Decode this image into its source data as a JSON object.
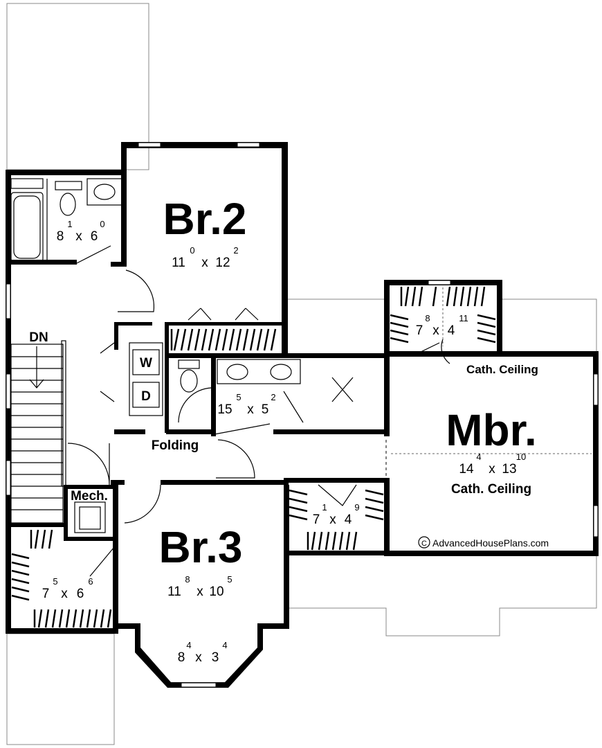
{
  "rooms": {
    "br2": {
      "name": "Br.2",
      "w": "11",
      "w_in": "0",
      "d": "12",
      "d_in": "2"
    },
    "br3": {
      "name": "Br.3",
      "w": "11",
      "w_in": "8",
      "d": "10",
      "d_in": "5"
    },
    "mbr": {
      "name": "Mbr.",
      "w": "14",
      "w_in": "4",
      "d": "13",
      "d_in": "10",
      "note": "Cath. Ceiling"
    },
    "bath_top": {
      "w": "8",
      "w_in": "1",
      "d": "6",
      "d_in": "0"
    },
    "master_bath": {
      "w": "15",
      "w_in": "5",
      "d": "5",
      "d_in": "2"
    },
    "closet_top": {
      "w": "7",
      "w_in": "8",
      "d": "4",
      "d_in": "11",
      "note": "Cath. Ceiling"
    },
    "closet_mid": {
      "w": "7",
      "w_in": "1",
      "d": "4",
      "d_in": "9"
    },
    "closet_br3": {
      "w": "7",
      "w_in": "5",
      "d": "6",
      "d_in": "6"
    },
    "bay": {
      "w": "8",
      "w_in": "4",
      "d": "3",
      "d_in": "4"
    }
  },
  "labels": {
    "stairs": "DN",
    "washer": "W",
    "dryer": "D",
    "folding": "Folding",
    "mech": "Mech.",
    "x": "x"
  },
  "copyright": {
    "symbol": "C",
    "text": "AdvancedHousePlans.com"
  }
}
